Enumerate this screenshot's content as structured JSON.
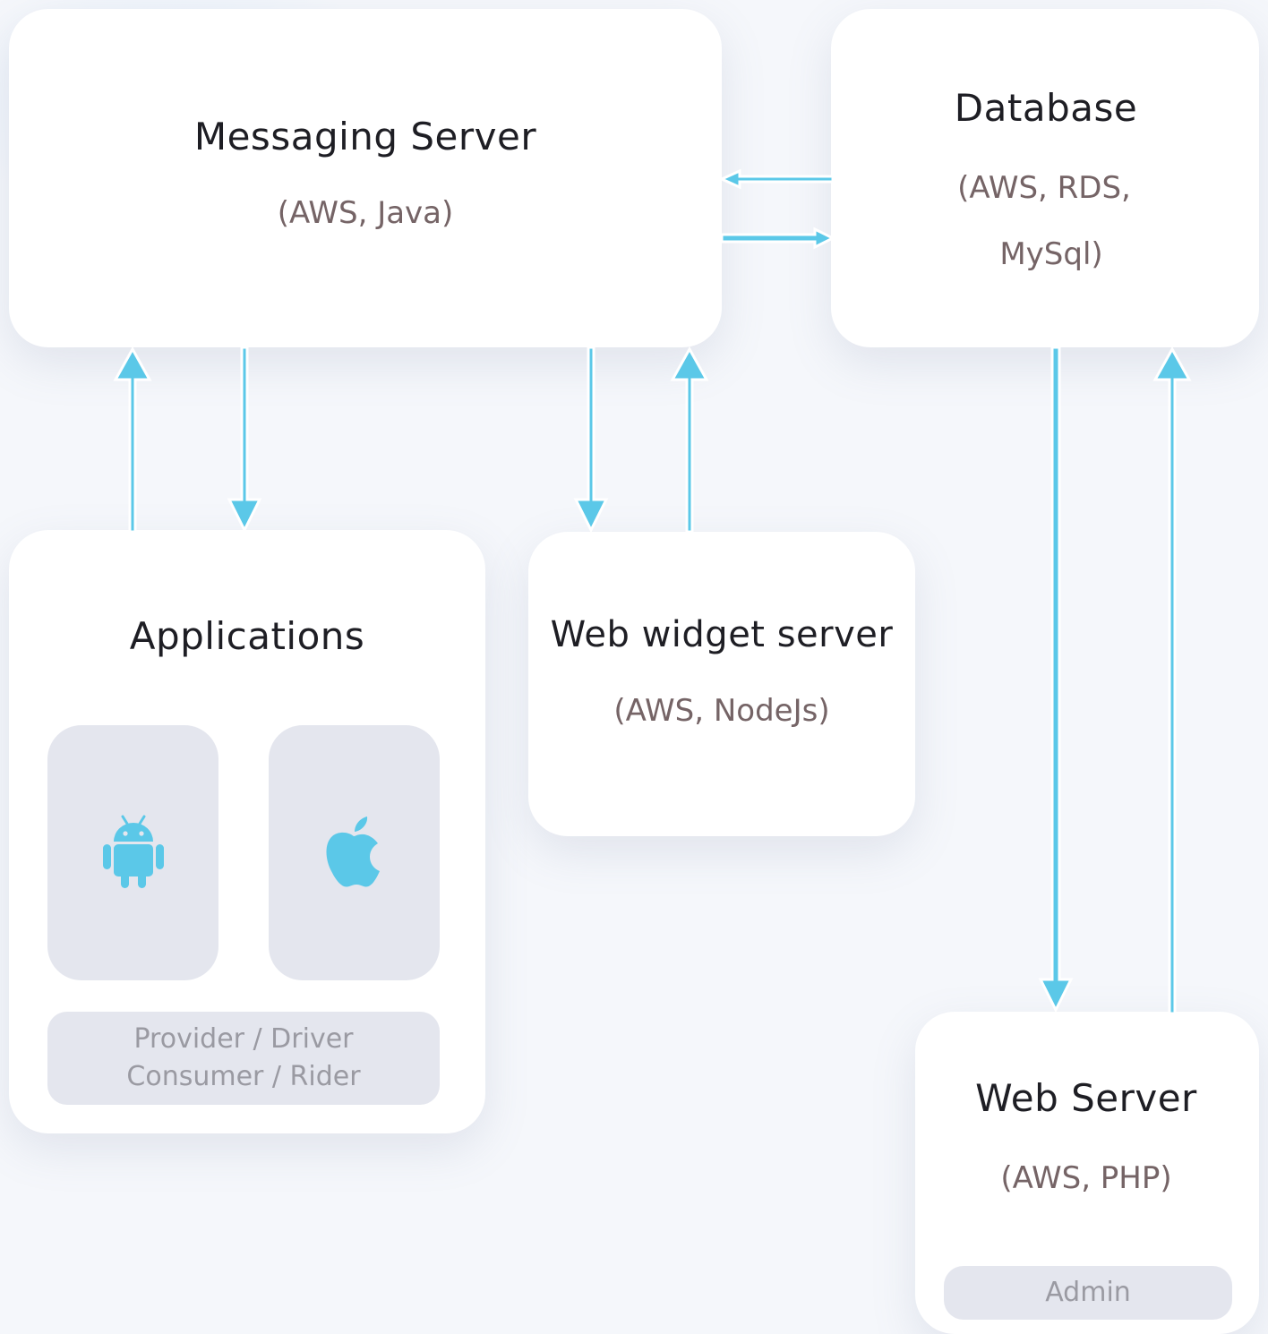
{
  "messaging_server": {
    "title": "Messaging Server",
    "subtitle": "(AWS, Java)"
  },
  "database": {
    "title": "Database",
    "subtitle_line1": "(AWS, RDS,",
    "subtitle_line2": "MySql)"
  },
  "applications": {
    "title": "Applications",
    "platforms": [
      {
        "icon": "android-icon"
      },
      {
        "icon": "apple-icon"
      }
    ],
    "roles_line1": "Provider / Driver",
    "roles_line2": "Consumer / Rider"
  },
  "web_widget_server": {
    "title": "Web widget server",
    "subtitle": "(AWS, NodeJs)"
  },
  "web_server": {
    "title": "Web Server",
    "subtitle": "(AWS, PHP)",
    "role": "Admin"
  },
  "colors": {
    "arrow": "#5bc8e8",
    "card": "#ffffff",
    "tile": "#e4e6ee",
    "title_text": "#1e1e24",
    "subtitle_text": "#756466"
  }
}
